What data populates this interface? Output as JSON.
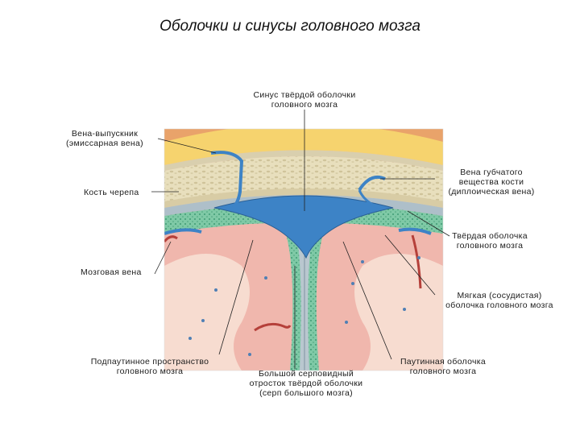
{
  "title": "Оболочки и синусы головного мозга",
  "labels": {
    "sinus": [
      "Синус твёрдой оболочки",
      "головного мозга"
    ],
    "emissary": [
      "Вена-выпускник",
      "(эмиссарная вена)"
    ],
    "skull": [
      "Кость черепа"
    ],
    "diploic": [
      "Вена губчатого",
      "вещества кости",
      "(диплоическая вена)"
    ],
    "dura": [
      "Твёрдая оболочка",
      "головного мозга"
    ],
    "cerebral_vein": [
      "Мозговая вена"
    ],
    "pia": [
      "Мягкая (сосудистая)",
      "оболочка головного мозга"
    ],
    "subarachnoid": [
      "Подпаутинное пространство",
      "головного мозга"
    ],
    "falx": [
      "Большой серповидный",
      "отросток твёрдой оболочки",
      "(серп большого мозга)"
    ],
    "arachnoid": [
      "Паутинная оболочка",
      "головного мозга"
    ]
  },
  "colors": {
    "scalp": "#f6d36e",
    "bone": "#e6dcb8",
    "dura": "#b9c7cf",
    "sinus": "#3d83c6",
    "subarachnoid": "#6fbf9a",
    "brain": "#f0b7ad",
    "white_matter": "#f7dcd0",
    "artery": "#b5403a"
  }
}
